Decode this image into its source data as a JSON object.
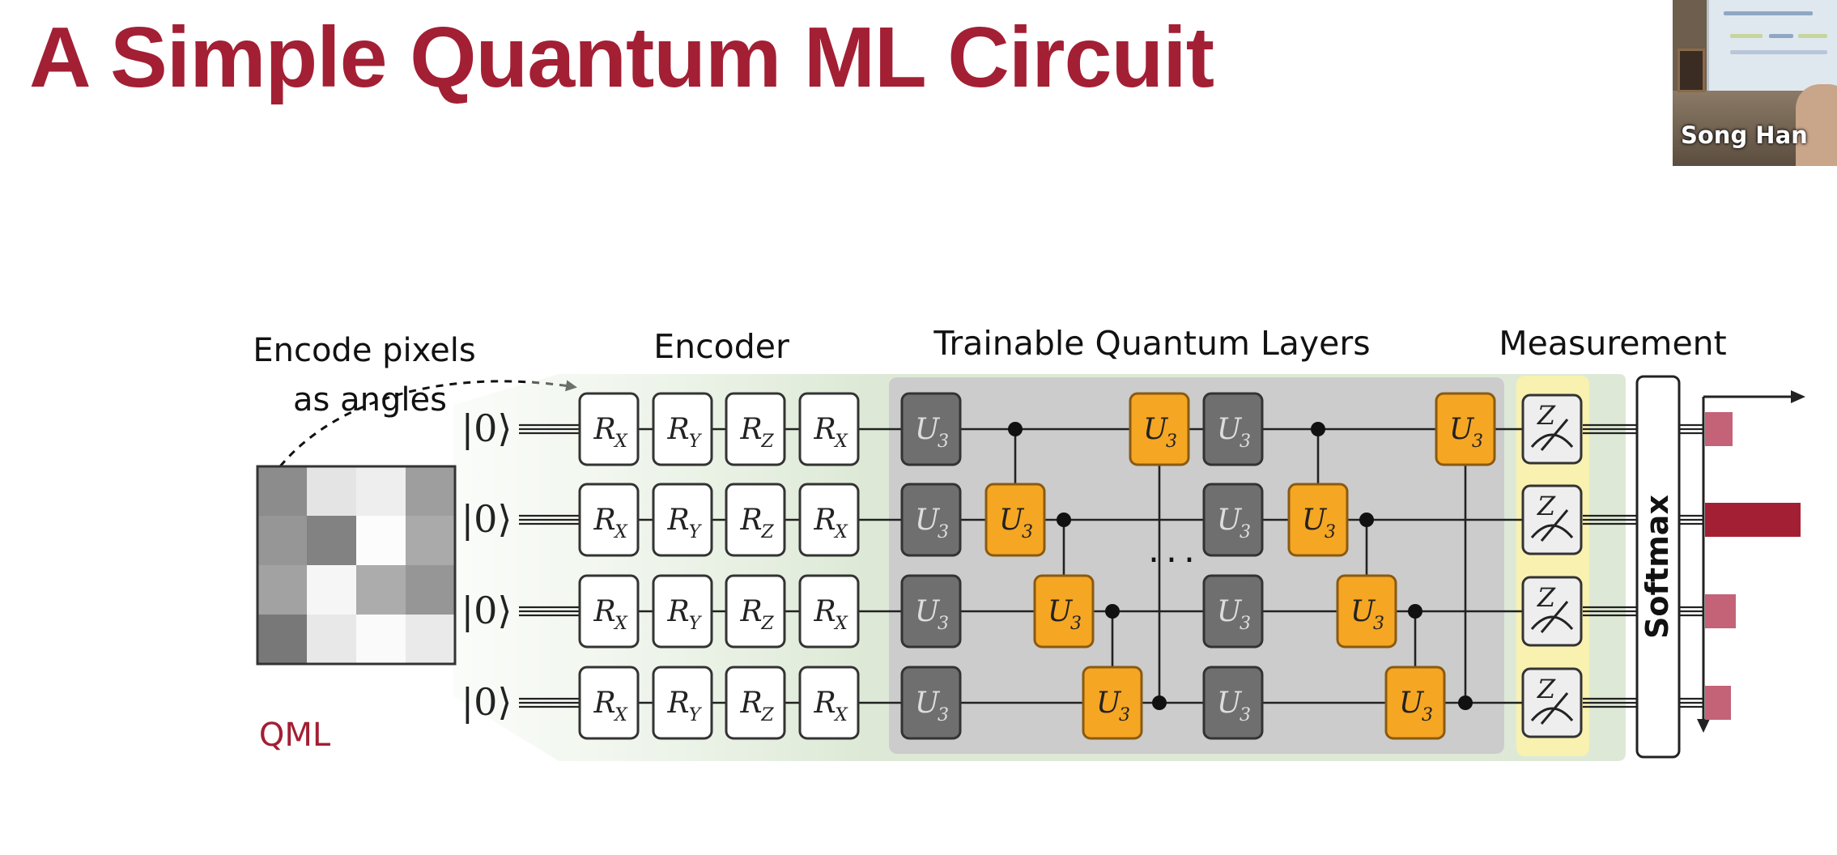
{
  "slide": {
    "title": "A Simple Quantum ML Circuit"
  },
  "webcam": {
    "name": "Song Han"
  },
  "diagram": {
    "encode_label_line1": "Encode pixels",
    "encode_label_line2": "as angles",
    "qml_label": "QML",
    "encoder_label": "Encoder",
    "trainable_label": "Trainable Quantum Layers",
    "measurement_label": "Measurement",
    "softmax_label": "Softmax",
    "ket_labels": [
      "|0⟩",
      "|0⟩",
      "|0⟩",
      "|0⟩"
    ],
    "encoder_gates": [
      {
        "op": "R",
        "sub": "X"
      },
      {
        "op": "R",
        "sub": "Y"
      },
      {
        "op": "R",
        "sub": "Z"
      },
      {
        "op": "R",
        "sub": "X"
      }
    ],
    "u3_gate": {
      "op": "U",
      "sub": "3"
    },
    "measure_gate": "Z",
    "ellipsis": "...",
    "colors": {
      "title": "#a31f34",
      "qml": "#a31f34",
      "u3_orange": "#f5a623",
      "u3_gray": "#6f6f6f",
      "encoder_bg": "#dbe7d4",
      "trainable_bg": "#cfcfcf",
      "measurement_bg": "#fbf4b8",
      "bar": "#c46277",
      "bar_max": "#a31f34"
    },
    "pixel_grid_gray_levels": [
      [
        140,
        228,
        238,
        158
      ],
      [
        150,
        130,
        252,
        170
      ],
      [
        162,
        246,
        172,
        150
      ],
      [
        120,
        232,
        250,
        234
      ]
    ],
    "output_probabilities": [
      0.18,
      0.62,
      0.2,
      0.17
    ]
  }
}
